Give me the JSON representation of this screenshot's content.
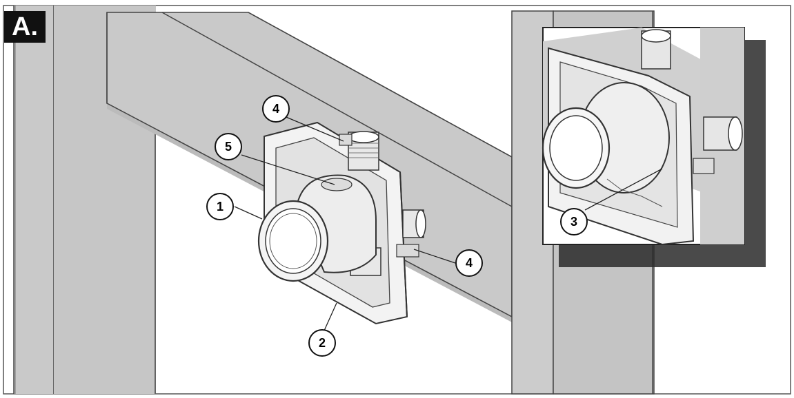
{
  "panel_label": "A.",
  "callouts": {
    "c1": "1",
    "c2": "2",
    "c3": "3",
    "c4_top": "4",
    "c4_right": "4",
    "c5": "5"
  },
  "colors": {
    "wall_gray": "#c9c9c9",
    "stud_dark": "#bdbdbd",
    "outline": "#3a3a3a",
    "label_bg": "#111111"
  }
}
